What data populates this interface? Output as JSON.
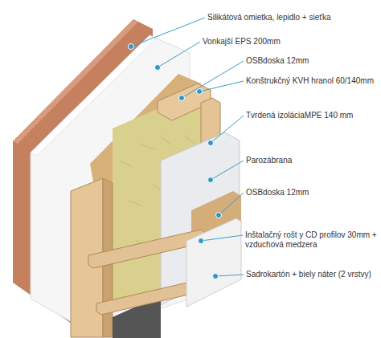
{
  "diagram": {
    "labels": [
      "Silikátová omietka, lepidlo + sieťka",
      "Vonkajší EPS 200mm",
      "OSBdoska 12mm",
      "Konštrukčný KVH hranol 60/140mm",
      "Tvrdená izoláciaMPE 140 mm",
      "Parozábrana",
      "OSBdoska 12mm",
      "Inštalačný rošt y CD profilov 30mm + vzduchová medzera",
      "Sadrokartón + biely náter (2 vrstvy)"
    ]
  }
}
